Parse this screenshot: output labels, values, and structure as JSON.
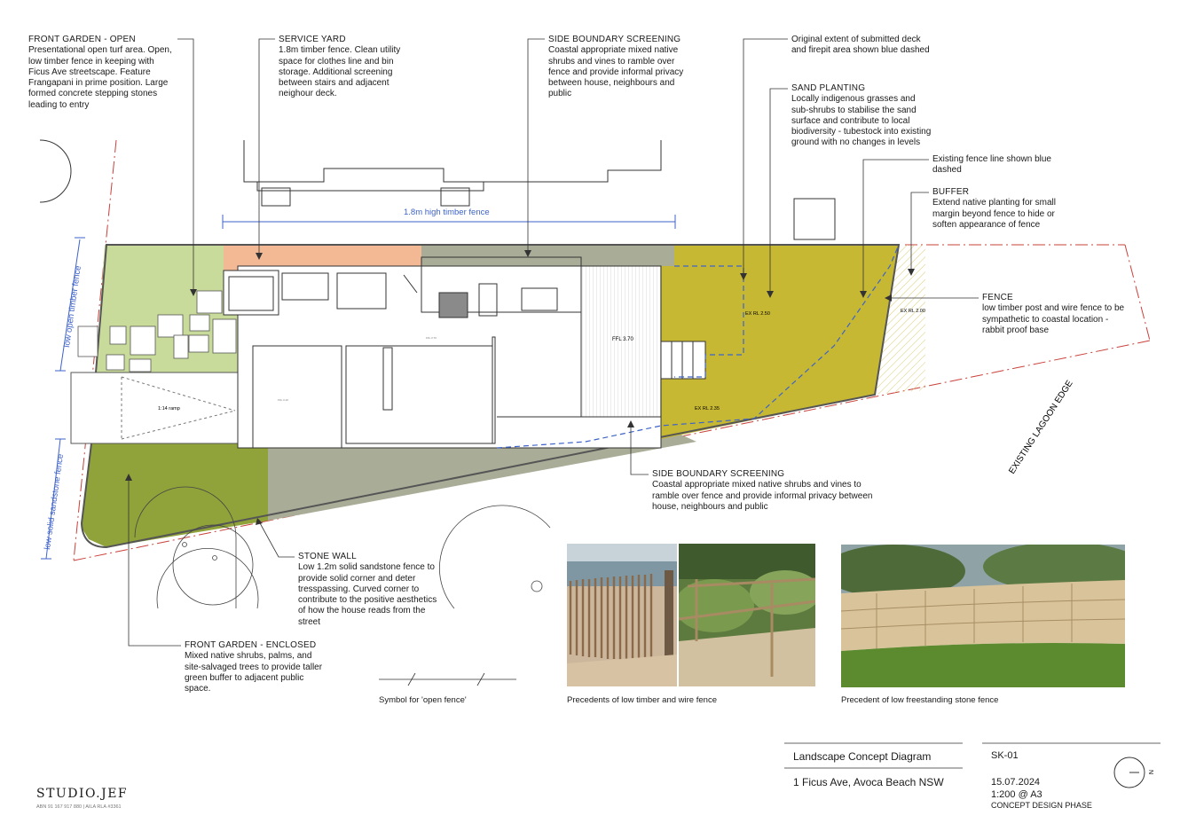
{
  "notes": {
    "front_garden_open": {
      "heading": "FRONT GARDEN - OPEN",
      "body": [
        "Presentational open turf area. Open,",
        "low timber fence in keeping with",
        "Ficus Ave streetscape. Feature",
        "Frangapani in prime position. Large",
        "formed concrete stepping stones",
        "leading to entry"
      ]
    },
    "service_yard": {
      "heading": "SERVICE YARD",
      "body": [
        "1.8m timber fence. Clean utility",
        "space for clothes line and bin",
        "storage. Additional screening",
        "between stairs and adjacent",
        "neighour deck."
      ]
    },
    "side_boundary_top": {
      "heading": "SIDE BOUNDARY SCREENING",
      "body": [
        "Coastal appropriate mixed native",
        "shrubs and vines to ramble over",
        "fence and provide informal privacy",
        "between house, neighbours and",
        "public"
      ]
    },
    "original_deck": {
      "heading": "",
      "body": [
        "Original extent of submitted deck",
        "and firepit area shown blue dashed"
      ]
    },
    "sand_planting": {
      "heading": "SAND PLANTING",
      "body": [
        "Locally indigenous grasses and",
        "sub-shrubs to stabilise the sand",
        "surface and contribute to local",
        "biodiversity - tubestock into existing",
        "ground with no changes in levels"
      ]
    },
    "existing_fence": {
      "heading": "",
      "body": [
        "Existing fence line shown blue",
        "dashed"
      ]
    },
    "buffer": {
      "heading": "BUFFER",
      "body": [
        "Extend native planting for small",
        "margin beyond fence to hide or",
        "soften appearance of fence"
      ]
    },
    "fence": {
      "heading": "FENCE",
      "body": [
        "low timber post and wire fence to be",
        "sympathetic to coastal location -",
        "rabbit proof base"
      ]
    },
    "side_boundary_bottom": {
      "heading": "SIDE BOUNDARY SCREENING",
      "body": [
        "Coastal appropriate mixed native shrubs and vines to",
        "ramble over fence and provide informal privacy between",
        "house, neighbours and public"
      ]
    },
    "stone_wall": {
      "heading": "STONE WALL",
      "body": [
        "Low 1.2m solid sandstone fence to",
        "provide solid corner and deter",
        "tresspassing. Curved corner to",
        "contribute to the positive aesthetics",
        "of how the house reads from the",
        "street"
      ]
    },
    "front_garden_enclosed": {
      "heading": "FRONT GARDEN - ENCLOSED",
      "body": [
        "Mixed native shrubs, palms, and",
        "site-salvaged trees to provide taller",
        "green buffer to adjacent public",
        "space."
      ]
    }
  },
  "plan_labels": {
    "timber_fence_dim": "1.8m high timber fence",
    "low_open_fence": "low open timber fence",
    "low_sandstone_fence": "low solid sandstone fence",
    "lagoon_edge": "EXISTING LAGOON EDGE",
    "ramp": "1:14 ramp",
    "ffl": "FFL 3.70",
    "ex_rl_250": "EX RL 2.50",
    "ex_rl_235": "EX RL 2.35",
    "ex_rl_200": "EX RL 2.00",
    "room_a": "FFL 3.70",
    "room_b": "FFL 3.10"
  },
  "captions": {
    "open_fence_symbol": "Symbol for 'open fence'",
    "timber_wire": "Precedents of low timber  and wire fence",
    "stone_fence": "Precedent of low freestanding stone fence"
  },
  "title_block": {
    "drawing_title": "Landscape Concept Diagram",
    "address": "1 Ficus Ave, Avoca Beach NSW",
    "sheet": "SK-01",
    "date": "15.07.2024",
    "scale": "1:200 @ A3",
    "phase": "CONCEPT DESIGN PHASE",
    "north": "N",
    "studio": "STUDIO.JEF",
    "abn": "ABN 91 167 917 880 | AILA RLA #3361"
  },
  "colors": {
    "open_garden": "#c9db9b",
    "enclosed_garden": "#8fa33a",
    "service_yard": "#f2b994",
    "side_screen": "#a9ad97",
    "sand_planting": "#c7b833",
    "dashed_blue": "#3e63c8",
    "boundary_red": "#c9403a"
  }
}
